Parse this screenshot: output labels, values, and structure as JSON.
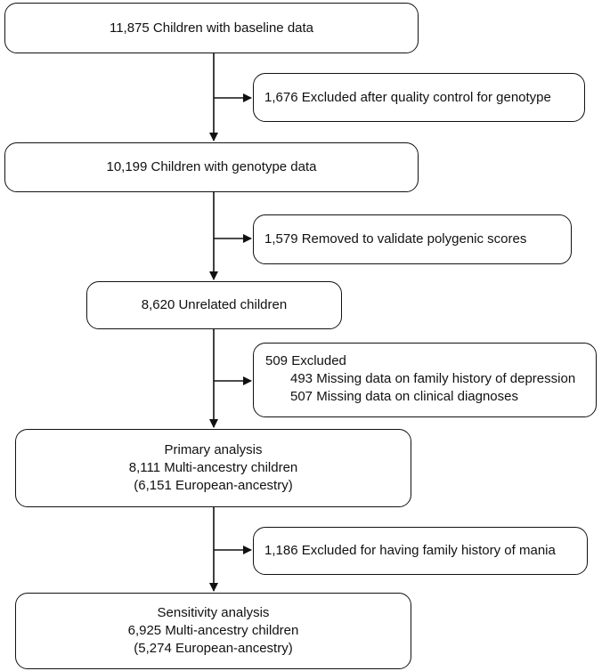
{
  "main_boxes": {
    "baseline": {
      "text": "11,875 Children with baseline data"
    },
    "genotype": {
      "text": "10,199 Children with genotype data"
    },
    "unrelated": {
      "text": "8,620 Unrelated children"
    },
    "primary": {
      "lines": [
        "Primary analysis",
        "8,111 Multi-ancestry children",
        "(6,151 European-ancestry)"
      ]
    },
    "sensitivity": {
      "lines": [
        "Sensitivity analysis",
        "6,925 Multi-ancestry children",
        "(5,274 European-ancestry)"
      ]
    }
  },
  "exclusion_boxes": {
    "qc": {
      "text": "1,676 Excluded after quality control for genotype"
    },
    "validate": {
      "text": "1,579 Removed to validate polygenic scores"
    },
    "missing": {
      "title": "509 Excluded",
      "items": [
        "493 Missing data on family history of depression",
        "507 Missing data on clinical diagnoses"
      ]
    },
    "mania": {
      "text": "1,186 Excluded for having family history of mania"
    }
  }
}
